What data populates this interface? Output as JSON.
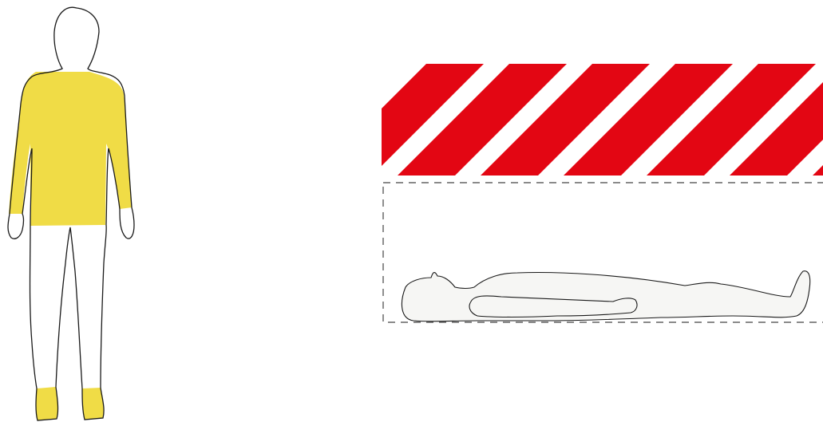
{
  "colors": {
    "background": "#ffffff",
    "garment_yellow": "#F0DC46",
    "stripe_red": "#E30613",
    "outline": "#1a1a1a",
    "dashed_line": "#444444",
    "lying_body_fill": "#f6f6f4"
  },
  "figures": {
    "standing_person": {
      "icon": "standing-person-icon",
      "highlighted_regions": [
        "upper-body",
        "arms",
        "feet"
      ]
    },
    "warning_stripes": {
      "icon": "hazard-stripes",
      "stripe_count": 6
    },
    "lying_person": {
      "icon": "lying-person-icon"
    }
  }
}
